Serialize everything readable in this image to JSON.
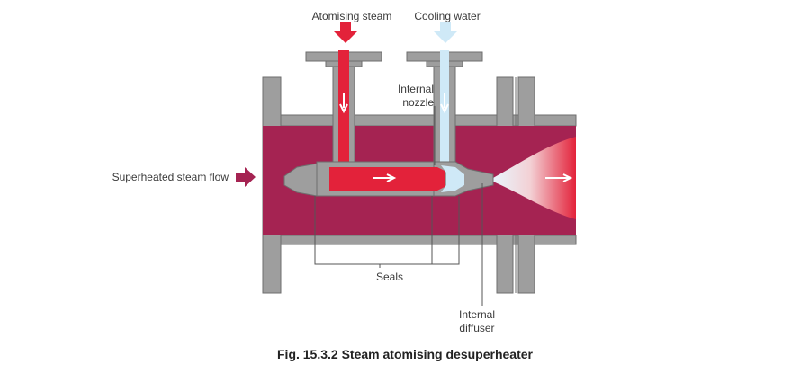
{
  "labels": {
    "atomising_steam": "Atomising steam",
    "cooling_water": "Cooling water",
    "internal_nozzle_line1": "Internal",
    "internal_nozzle_line2": "nozzle",
    "superheated_steam_flow": "Superheated steam flow",
    "seals": "Seals",
    "internal_diffuser_line1": "Internal",
    "internal_diffuser_line2": "diffuser"
  },
  "caption": "Fig. 15.3.2 Steam atomising desuperheater",
  "colors": {
    "pipe_wall": "#9e9e9e",
    "pipe_outline": "#6e6e6e",
    "superheated_steam": "#a52352",
    "atomising_steam": "#e3223a",
    "cooling_water": "#cfe9f7",
    "arrow_white": "#ffffff"
  },
  "icons": {
    "steam_inlet": "down-arrow-icon",
    "water_inlet": "down-arrow-icon",
    "flow_in": "right-arrow-icon"
  }
}
